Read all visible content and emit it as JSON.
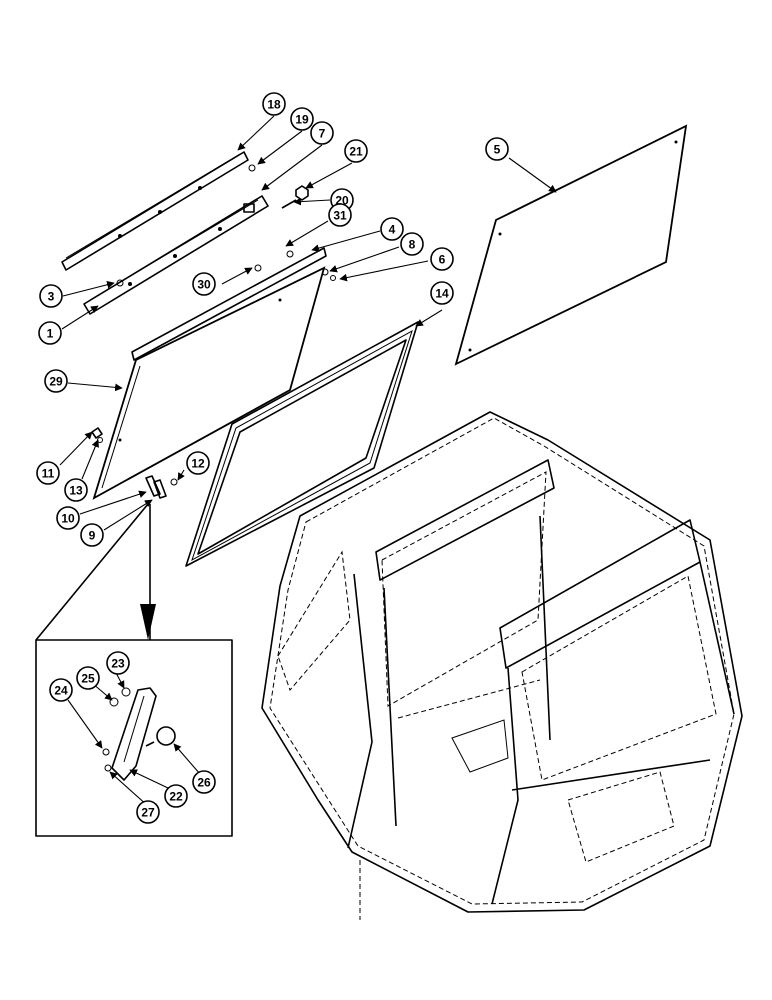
{
  "callouts": [
    {
      "id": "callout-18",
      "label": "18"
    },
    {
      "id": "callout-19",
      "label": "19"
    },
    {
      "id": "callout-7",
      "label": "7"
    },
    {
      "id": "callout-21",
      "label": "21"
    },
    {
      "id": "callout-20",
      "label": "20"
    },
    {
      "id": "callout-31",
      "label": "31"
    },
    {
      "id": "callout-4",
      "label": "4"
    },
    {
      "id": "callout-30",
      "label": "30"
    },
    {
      "id": "callout-8",
      "label": "8"
    },
    {
      "id": "callout-6",
      "label": "6"
    },
    {
      "id": "callout-3",
      "label": "3"
    },
    {
      "id": "callout-1",
      "label": "1"
    },
    {
      "id": "callout-29",
      "label": "29"
    },
    {
      "id": "callout-5",
      "label": "5"
    },
    {
      "id": "callout-14",
      "label": "14"
    },
    {
      "id": "callout-11",
      "label": "11"
    },
    {
      "id": "callout-13",
      "label": "13"
    },
    {
      "id": "callout-12",
      "label": "12"
    },
    {
      "id": "callout-10",
      "label": "10"
    },
    {
      "id": "callout-9",
      "label": "9"
    },
    {
      "id": "callout-23",
      "label": "23"
    },
    {
      "id": "callout-25",
      "label": "25"
    },
    {
      "id": "callout-24",
      "label": "24"
    },
    {
      "id": "callout-22",
      "label": "22"
    },
    {
      "id": "callout-26",
      "label": "26"
    },
    {
      "id": "callout-27",
      "label": "27"
    }
  ]
}
